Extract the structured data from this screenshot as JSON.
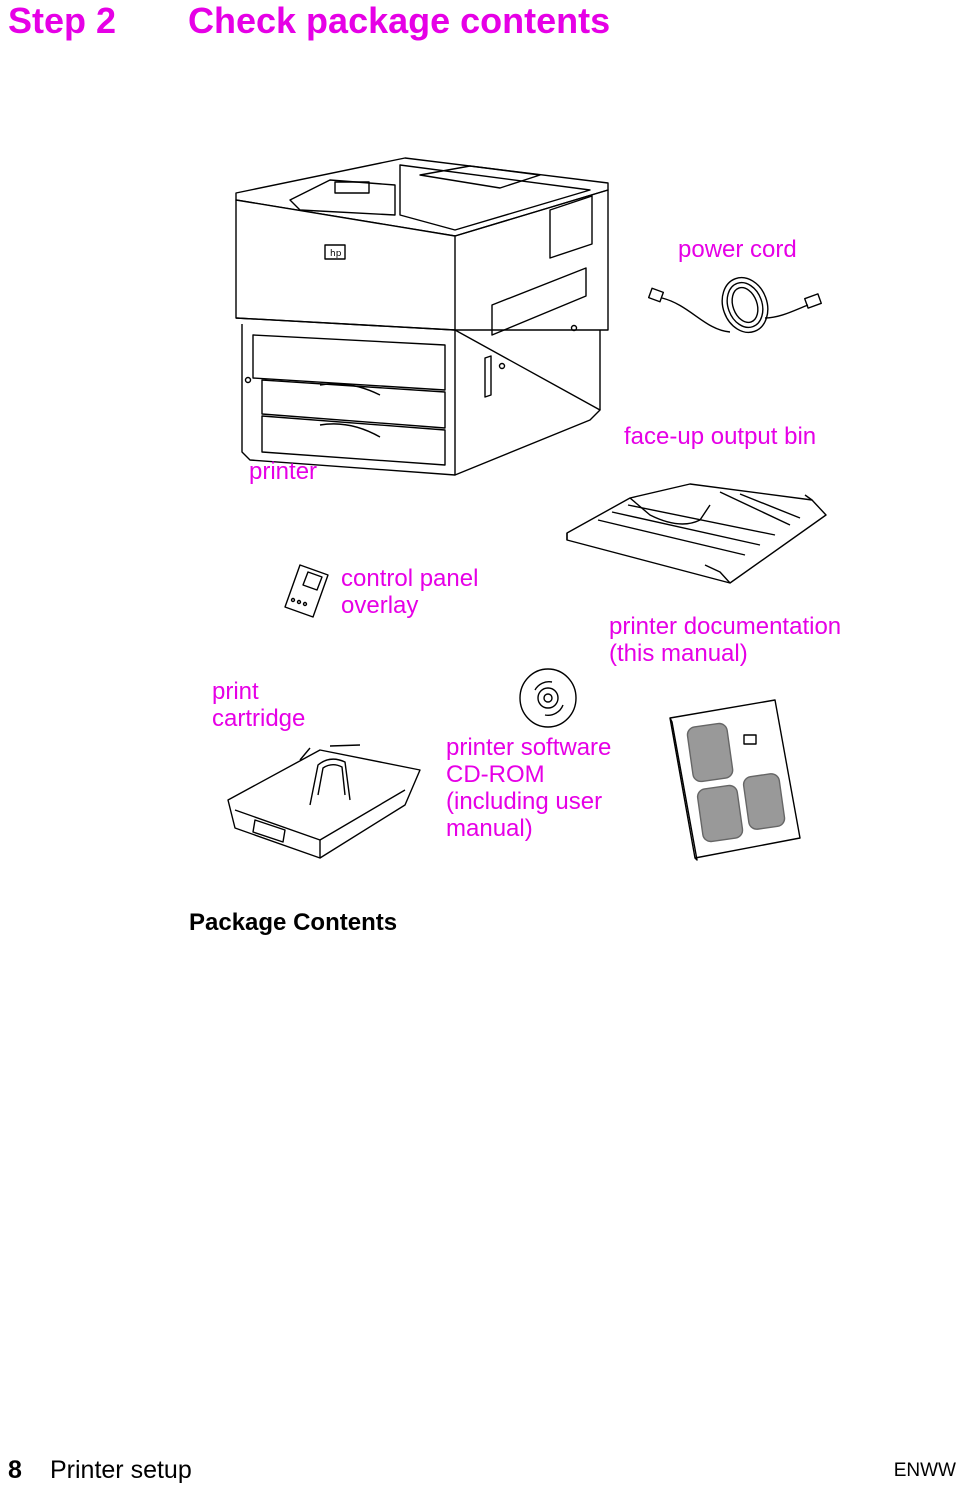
{
  "heading": {
    "step": "Step 2",
    "title": "Check package contents"
  },
  "labels": {
    "power_cord": "power cord",
    "face_up_output_bin": "face-up output bin",
    "printer": "printer",
    "control_panel_overlay": [
      "control panel",
      "overlay"
    ],
    "printer_documentation": [
      "printer documentation",
      "(this manual)"
    ],
    "print_cartridge": [
      "print",
      "cartridge"
    ],
    "printer_software": [
      "printer software",
      "CD-ROM",
      "(including user",
      "manual)"
    ]
  },
  "caption": "Package Contents",
  "footer": {
    "page_number": "8",
    "section": "Printer setup",
    "locale": "ENWW"
  },
  "colors": {
    "label": "#e600e6",
    "line_art": "#000000"
  },
  "icons": [
    "printer-illustration",
    "power-cord-illustration",
    "output-bin-illustration",
    "overlay-illustration",
    "cd-illustration",
    "cartridge-illustration",
    "manual-illustration"
  ]
}
